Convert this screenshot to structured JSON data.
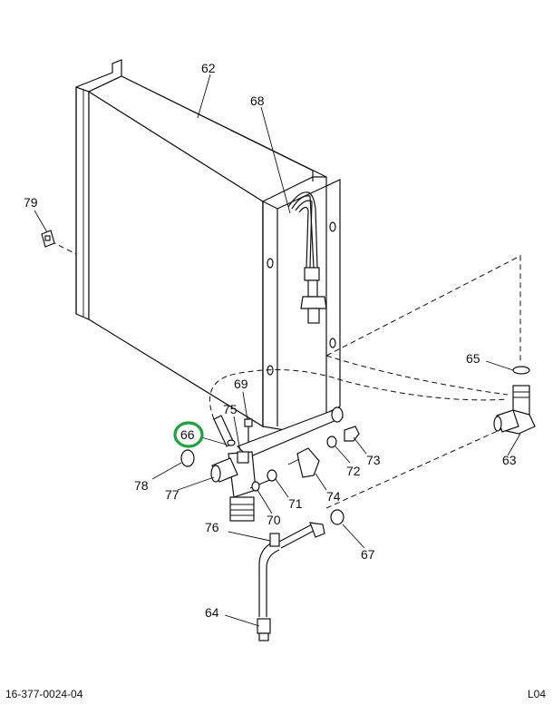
{
  "parts": {
    "p62": "62",
    "p68": "68",
    "p79": "79",
    "p65": "65",
    "p69": "69",
    "p75": "75",
    "p66": "66",
    "p73": "73",
    "p72": "72",
    "p63": "63",
    "p78": "78",
    "p77": "77",
    "p71": "71",
    "p74": "74",
    "p70": "70",
    "p76": "76",
    "p67": "67",
    "p64": "64"
  },
  "highlighted_part": "66",
  "highlight_color": "#1aa53a",
  "footer": {
    "drawing_number": "16-377-0024-04",
    "sheet_code": "L04"
  }
}
